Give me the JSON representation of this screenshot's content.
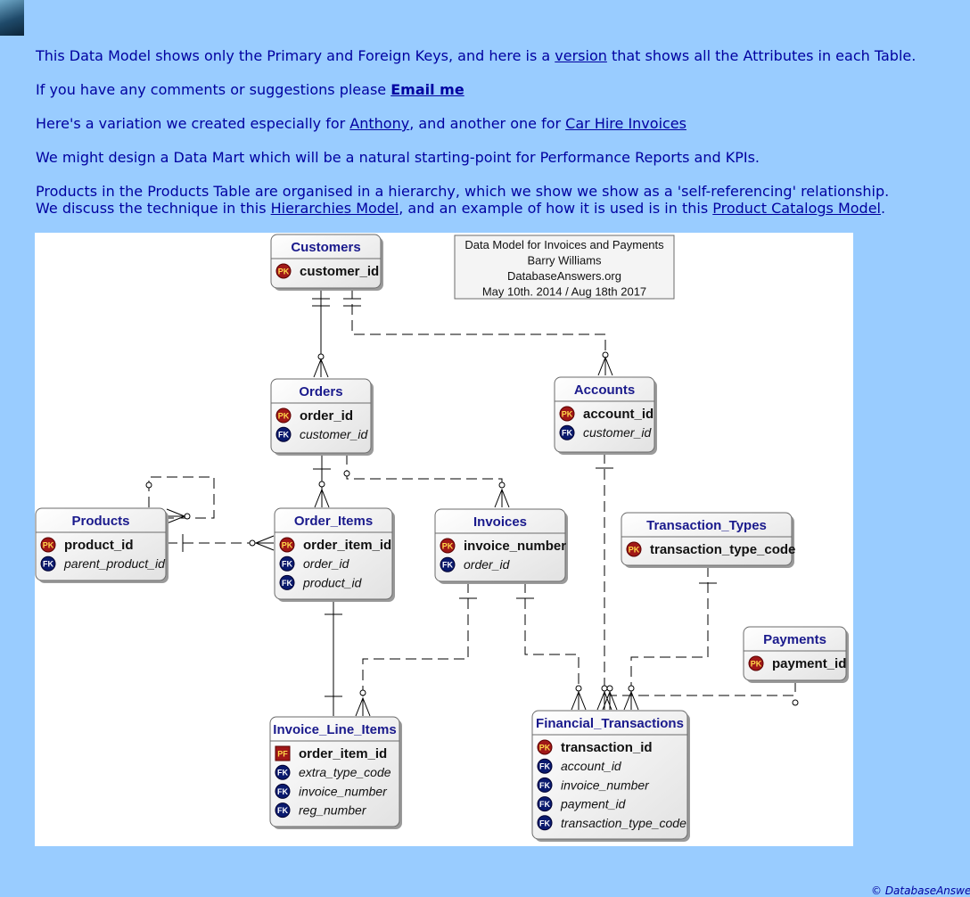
{
  "intro": {
    "line1_a": "This Data Model shows only the Primary and Foreign Keys, and here is a ",
    "line1_link": "version",
    "line1_b": " that shows all the Attributes in each Table.",
    "line2_a": "If you have any comments or suggestions please ",
    "line2_link": "Email me",
    "line3_a": "Here's a variation we created especially for ",
    "line3_link1": "Anthony",
    "line3_b": ", and another one for ",
    "line3_link2": "Car Hire Invoices",
    "line4": "We might design a Data Mart which will be a natural starting-point for Performance Reports and KPIs.",
    "line5": "Products in the Products Table are organised in a hierarchy, which we show we show as a 'self-referencing' relationship.",
    "line6_a": "We discuss the technique in this ",
    "line6_link1": "Hierarchies Model",
    "line6_b": ", and an example of how it is used is in this ",
    "line6_link2": "Product Catalogs Model",
    "line6_c": "."
  },
  "diagram": {
    "info": [
      "Data Model for Invoices and Payments",
      "Barry Williams",
      "DatabaseAnswers.org",
      "May 10th. 2014 / Aug 18th 2017"
    ],
    "entities": [
      {
        "id": "customers",
        "title": "Customers",
        "attrs": [
          {
            "key": "PK",
            "name": "customer_id"
          }
        ]
      },
      {
        "id": "orders",
        "title": "Orders",
        "attrs": [
          {
            "key": "PK",
            "name": "order_id"
          },
          {
            "key": "FK",
            "name": "customer_id"
          }
        ]
      },
      {
        "id": "accounts",
        "title": "Accounts",
        "attrs": [
          {
            "key": "PK",
            "name": "account_id"
          },
          {
            "key": "FK",
            "name": "customer_id"
          }
        ]
      },
      {
        "id": "products",
        "title": "Products",
        "attrs": [
          {
            "key": "PK",
            "name": "product_id"
          },
          {
            "key": "FK",
            "name": "parent_product_id"
          }
        ]
      },
      {
        "id": "order_items",
        "title": "Order_Items",
        "attrs": [
          {
            "key": "PK",
            "name": "order_item_id"
          },
          {
            "key": "FK",
            "name": "order_id"
          },
          {
            "key": "FK",
            "name": "product_id"
          }
        ]
      },
      {
        "id": "invoices",
        "title": "Invoices",
        "attrs": [
          {
            "key": "PK",
            "name": "invoice_number"
          },
          {
            "key": "FK",
            "name": "order_id"
          }
        ]
      },
      {
        "id": "transaction_types",
        "title": "Transaction_Types",
        "attrs": [
          {
            "key": "PK",
            "name": "transaction_type_code"
          }
        ]
      },
      {
        "id": "payments",
        "title": "Payments",
        "attrs": [
          {
            "key": "PK",
            "name": "payment_id"
          }
        ]
      },
      {
        "id": "invoice_line_items",
        "title": "Invoice_Line_Items",
        "attrs": [
          {
            "key": "PF",
            "name": "order_item_id"
          },
          {
            "key": "FK",
            "name": "extra_type_code"
          },
          {
            "key": "FK",
            "name": "invoice_number"
          },
          {
            "key": "FK",
            "name": "reg_number"
          }
        ]
      },
      {
        "id": "financial_transactions",
        "title": "Financial_Transactions",
        "attrs": [
          {
            "key": "PK",
            "name": "transaction_id"
          },
          {
            "key": "FK",
            "name": "account_id"
          },
          {
            "key": "FK",
            "name": "invoice_number"
          },
          {
            "key": "FK",
            "name": "payment_id"
          },
          {
            "key": "FK",
            "name": "transaction_type_code"
          }
        ]
      }
    ]
  },
  "footer": "© DatabaseAnswers.org"
}
